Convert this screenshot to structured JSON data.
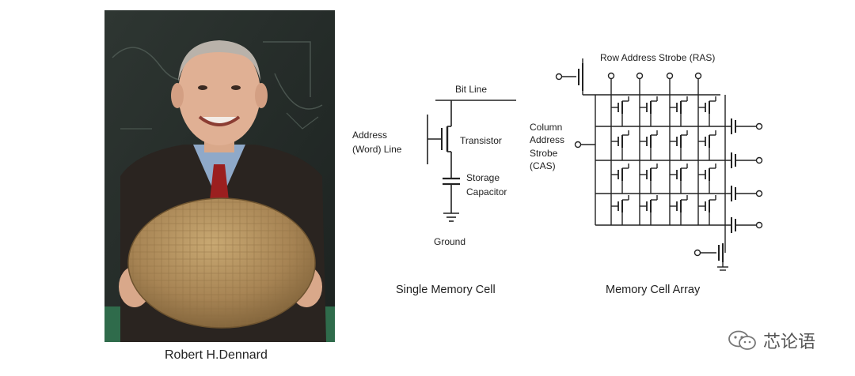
{
  "photo": {
    "caption": "Robert H.Dennard"
  },
  "single_cell": {
    "bit_line": "Bit Line",
    "address_line_1": "Address",
    "address_line_2": "(Word) Line",
    "transistor": "Transistor",
    "storage_1": "Storage",
    "storage_2": "Capacitor",
    "ground": "Ground",
    "caption": "Single Memory Cell"
  },
  "array": {
    "ras": "Row Address Strobe (RAS)",
    "cas_1": "Column",
    "cas_2": "Address",
    "cas_3": "Strobe",
    "cas_4": "(CAS)",
    "caption": "Memory Cell Array"
  },
  "watermark": {
    "text": "芯论语",
    "icon": "wechat-icon"
  }
}
